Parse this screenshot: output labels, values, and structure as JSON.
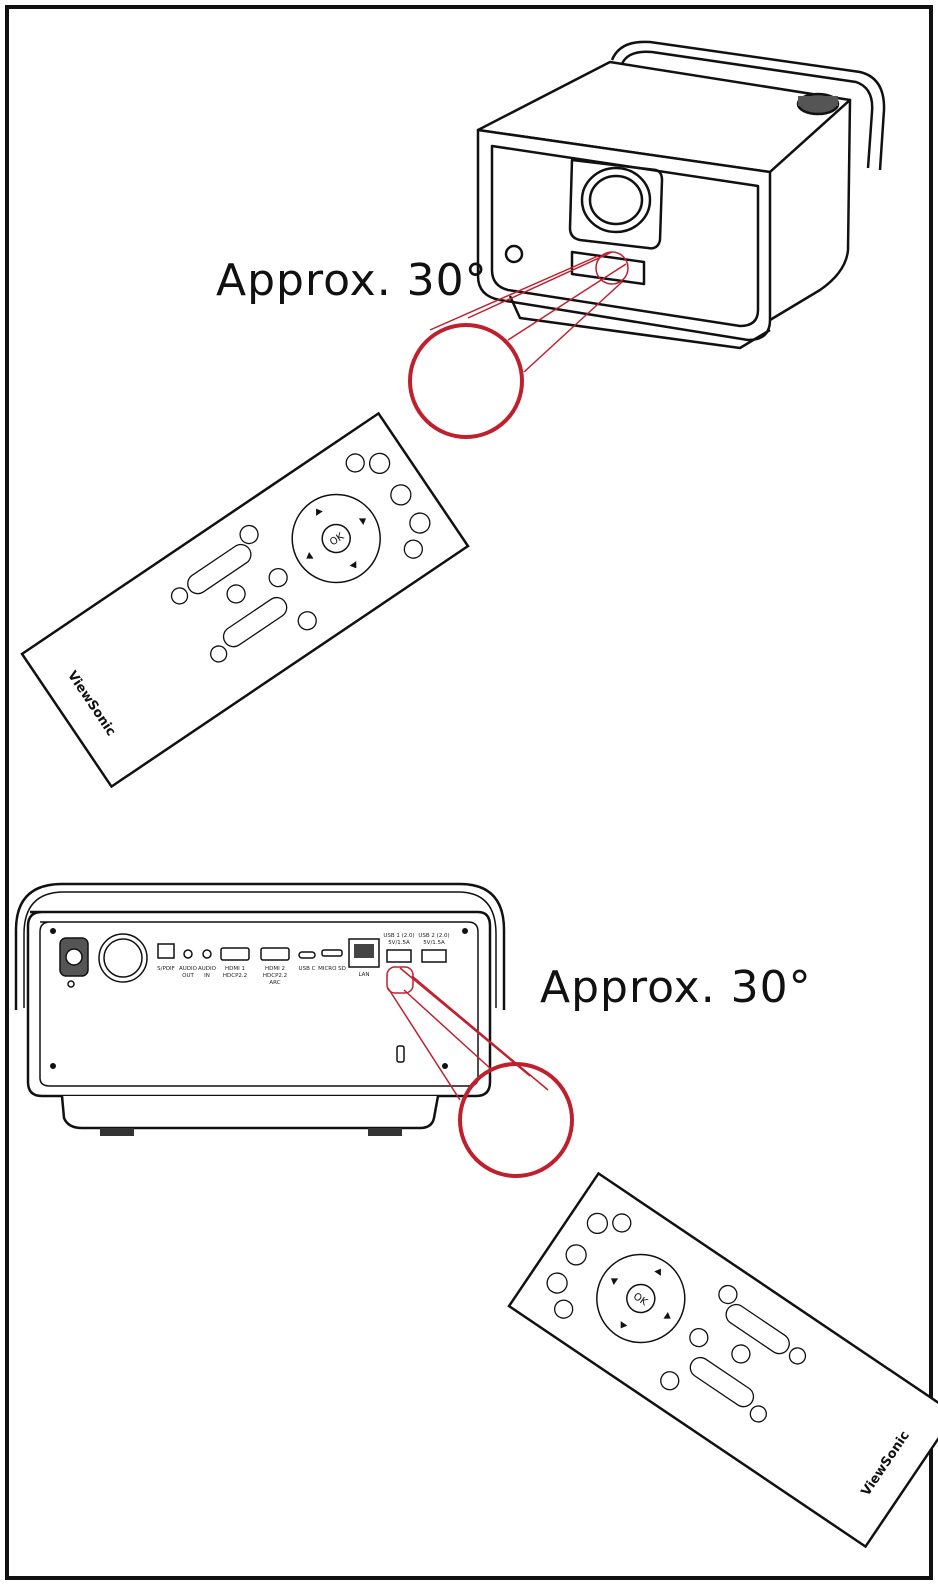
{
  "labels": {
    "angle_top": "Approx. 30°",
    "angle_bottom": "Approx. 30°"
  },
  "remote": {
    "brand": "ViewSonic",
    "ok_label": "OK"
  },
  "rear_panel": {
    "ports": {
      "spdif": "S/PDIF",
      "audio_out_1": "AUDIO",
      "audio_out_2": "OUT",
      "audio_in_1": "AUDIO",
      "audio_in_2": "IN",
      "hdmi1_1": "HDMI 1",
      "hdmi1_2": "HDCP2.2",
      "hdmi2_1": "HDMI 2",
      "hdmi2_2": "HDCP2.2",
      "hdmi2_3": "ARC",
      "usbc": "USB C",
      "microsd": "MICRO SD",
      "lan": "LAN",
      "usb1_1": "USB 1 (2.0)",
      "usb1_2": "5V/1.5A",
      "usb2_1": "USB 2 (2.0)",
      "usb2_2": "5V/1.5A"
    }
  },
  "colors": {
    "highlight": "#c0202e",
    "line": "#111111"
  }
}
